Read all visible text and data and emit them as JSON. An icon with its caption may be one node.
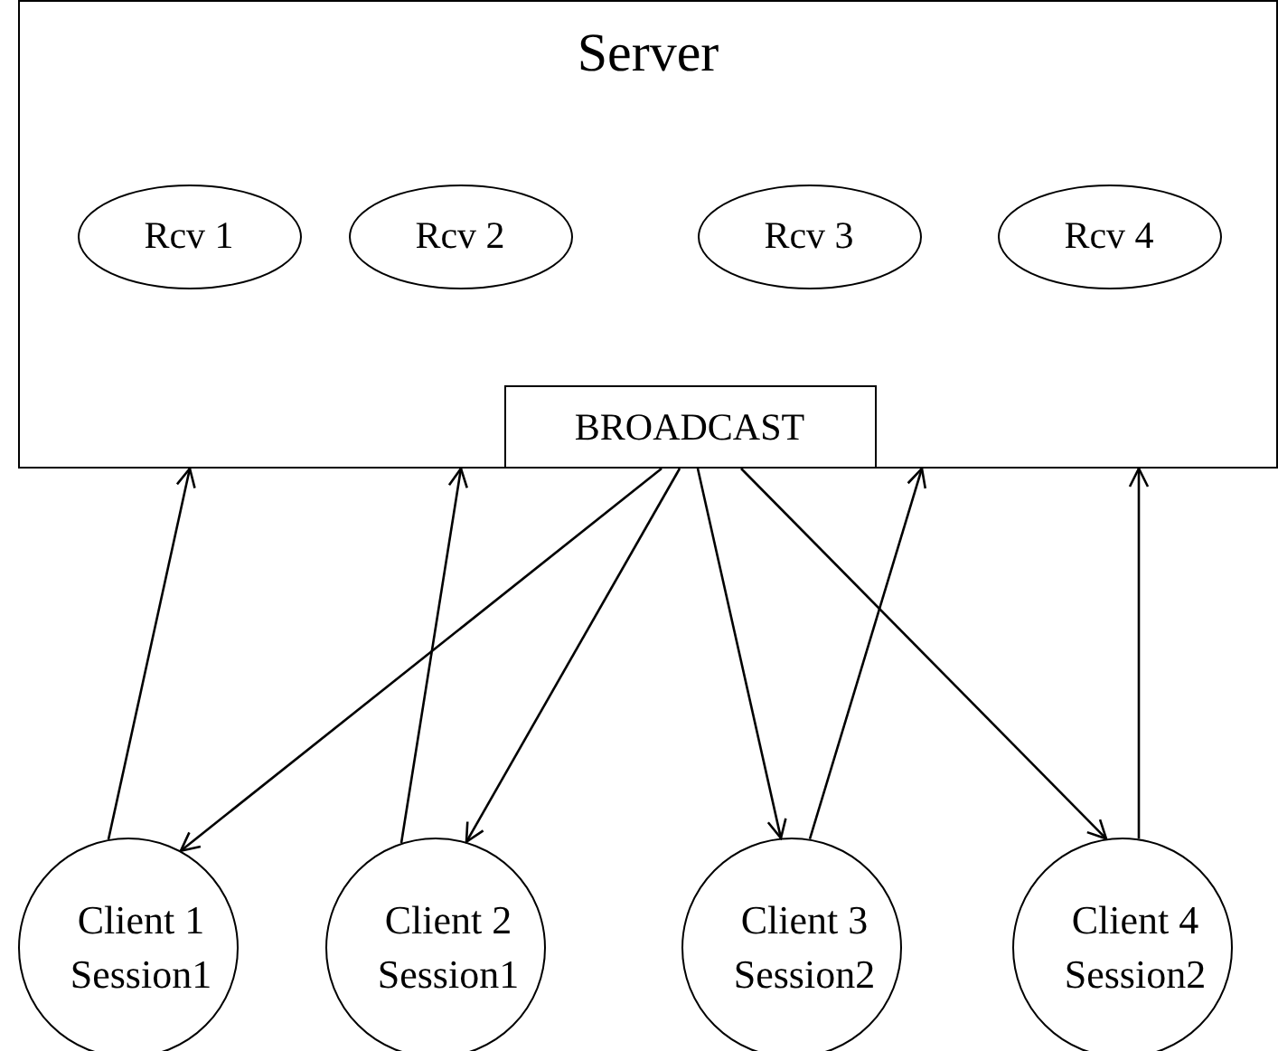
{
  "diagram": {
    "nodes": [
      {
        "text": [
          "Server"
        ]
      },
      {
        "text": [
          "Rcv 1"
        ],
        "in": 0
      },
      {
        "text": [
          "Rcv 2"
        ],
        "in": 0
      },
      {
        "text": [
          "Rcv 3"
        ],
        "in": 0
      },
      {
        "text": [
          "Rcv 4"
        ],
        "in": 0
      },
      {
        "text": [
          "BROADCAST"
        ],
        "in": 0
      },
      {
        "text": [
          "Client 1",
          "Session1"
        ]
      },
      {
        "text": [
          "Client 2",
          "Session1"
        ]
      },
      {
        "text": [
          "Client 3",
          "Session2"
        ]
      },
      {
        "text": [
          "Client 4",
          "Session2"
        ]
      }
    ],
    "edges": [
      {
        "from": 6,
        "to": 0,
        "arrow": "to"
      },
      {
        "from": 7,
        "to": 0,
        "arrow": "to"
      },
      {
        "from": 8,
        "to": 0,
        "arrow": "to"
      },
      {
        "from": 9,
        "to": 0,
        "arrow": "to"
      },
      {
        "from": 5,
        "to": 6,
        "arrow": "to"
      },
      {
        "from": 5,
        "to": 7,
        "arrow": "to"
      },
      {
        "from": 5,
        "to": 8,
        "arrow": "to"
      },
      {
        "from": 5,
        "to": 9,
        "arrow": "to"
      }
    ]
  }
}
